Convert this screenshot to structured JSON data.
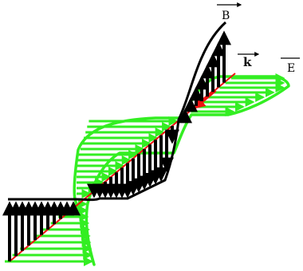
{
  "figure": {
    "labels": {
      "b": "B",
      "k": "k",
      "e": "E"
    },
    "colors": {
      "magnetic_field": "#000000",
      "electric_field": "#33ee22",
      "propagation_axis": "#ee1111",
      "background": "#ffffff"
    }
  }
}
